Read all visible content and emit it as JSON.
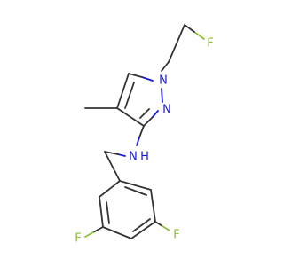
{
  "molecule": {
    "atoms": {
      "f_top": {
        "symbol": "F",
        "color": "#8fbf3a"
      },
      "n1": {
        "symbol": "N",
        "color": "#1a1ad6"
      },
      "n2": {
        "symbol": "N",
        "color": "#1a1ad6"
      },
      "nh": {
        "symbol": "N",
        "color": "#1a1ad6"
      },
      "h": {
        "symbol": "H",
        "color": "#1a1ad6"
      },
      "f_left": {
        "symbol": "F",
        "color": "#8fbf3a"
      },
      "f_right": {
        "symbol": "F",
        "color": "#8fbf3a"
      }
    },
    "bond_color": "#333333"
  }
}
